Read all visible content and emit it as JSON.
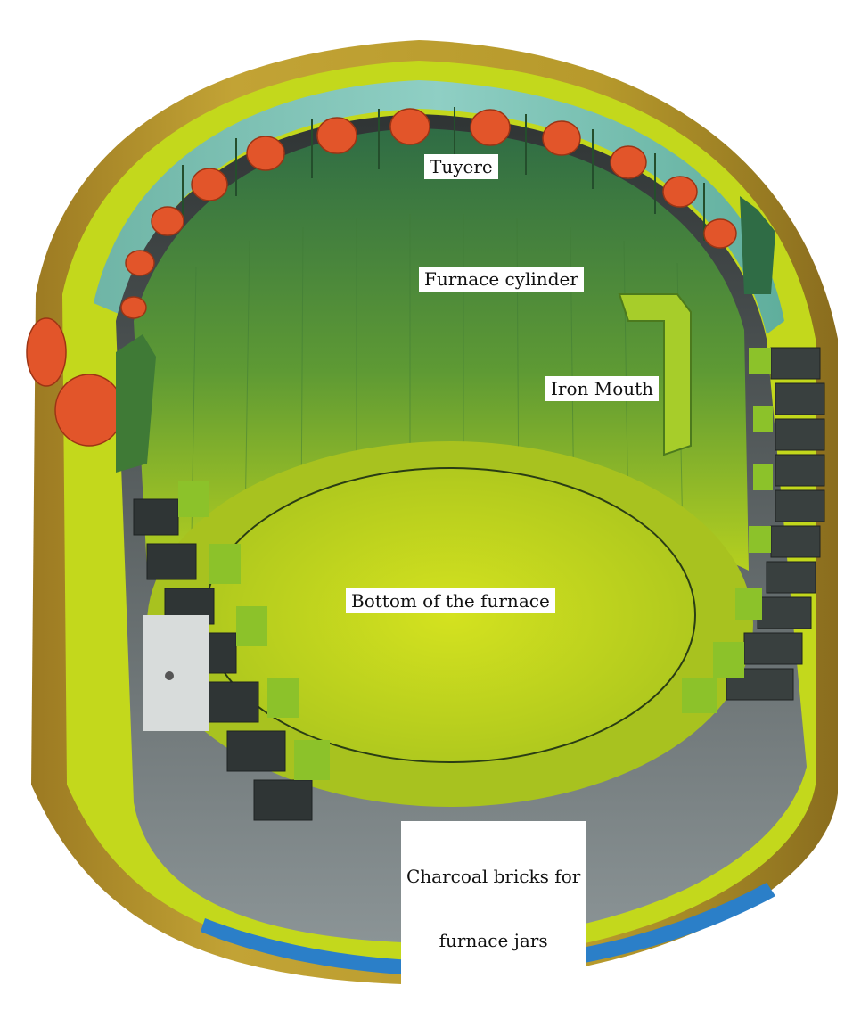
{
  "labels": {
    "tuyere": "Tuyere",
    "furnace_cylinder": "Furnace cylinder",
    "iron_mouth": "Iron Mouth",
    "bottom": "Bottom of the furnace",
    "charcoal_line1": "Charcoal bricks for",
    "charcoal_line2": "furnace jars"
  },
  "colors": {
    "outer_shell": "#b59a2a",
    "yellow_green": "#c7dc1c",
    "green_wall": "#3f7a36",
    "teal_band": "#7fc2b8",
    "dark_brick": "#3a3f3f",
    "grey_brick": "#8c9495",
    "blue_band": "#2b7fc8",
    "tuyere_orange": "#e2552a"
  },
  "icons": {
    "tuyere_nozzle": "tuyere-nozzle-icon"
  }
}
